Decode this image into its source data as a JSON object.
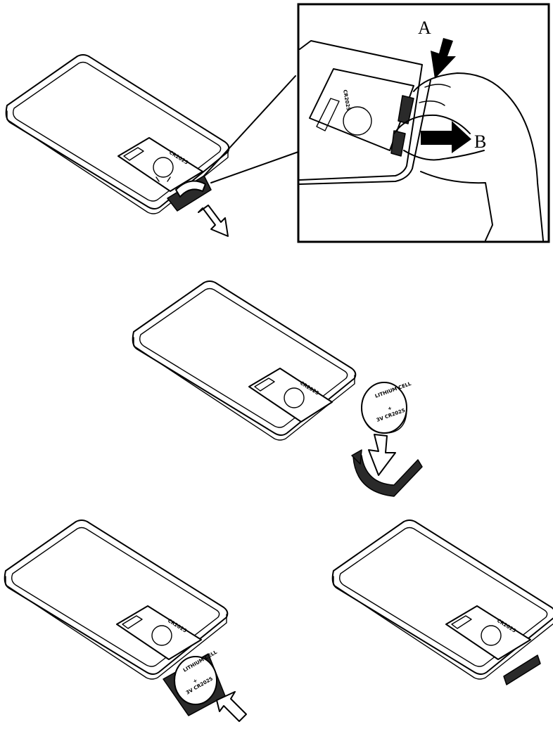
{
  "callouts": {
    "push_label": "A",
    "pull_label": "B"
  },
  "battery": {
    "model_label": "CR2025",
    "text_line1": "LITHIUM CELL",
    "text_line2": "+",
    "text_line3": "3V CR2025"
  },
  "steps": [
    {
      "name": "remove-tray"
    },
    {
      "name": "insert-battery"
    },
    {
      "name": "reinsert-tray"
    },
    {
      "name": "closed"
    }
  ]
}
